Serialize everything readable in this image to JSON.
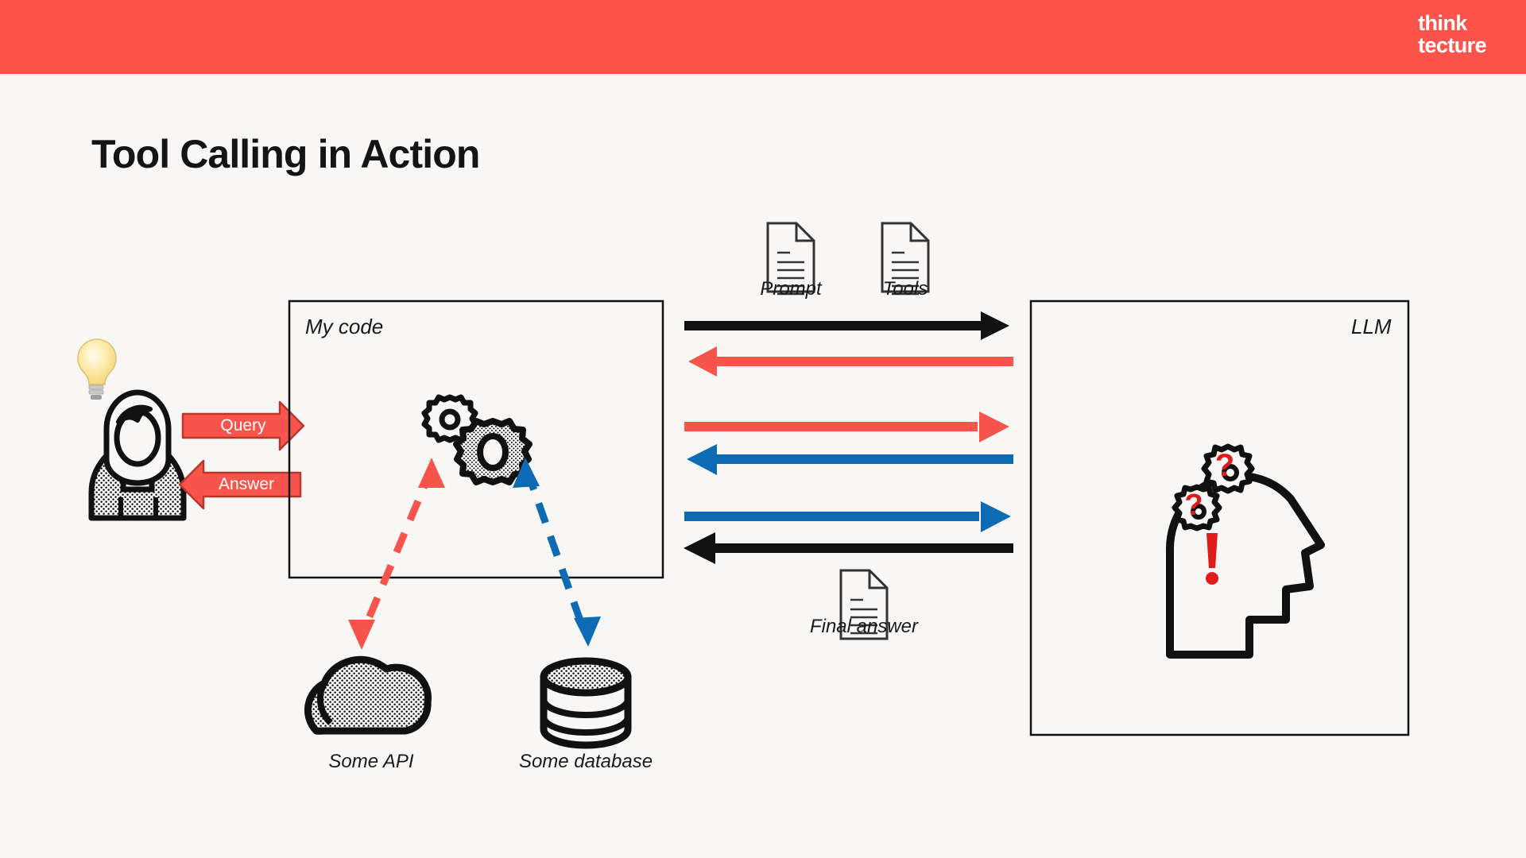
{
  "header": {
    "bg_color": "#FC544B",
    "logo_line1": "think",
    "logo_line2": "tecture"
  },
  "page": {
    "background_color": "#F8F7F5",
    "title": "Tool Calling in Action"
  },
  "colors": {
    "red": "#F9544B",
    "red_border": "#C0392B",
    "blue": "#0C6BB2",
    "black": "#111111",
    "accent_red_marks": "#E01B1B"
  },
  "actor": {
    "name": "user-persona",
    "idea_icon": "lightbulb-icon",
    "person_icon": "person-icon"
  },
  "block_arrows": [
    {
      "name": "query-arrow",
      "label": "Query",
      "direction": "right"
    },
    {
      "name": "answer-arrow",
      "label": "Answer",
      "direction": "left"
    }
  ],
  "code_panel": {
    "label": "My code",
    "icon": "gears-icon"
  },
  "llm_panel": {
    "label": "LLM",
    "icon": "head-thinking-icon"
  },
  "external_services": [
    {
      "name": "some-api",
      "label": "Some API",
      "icon": "cloud-icon",
      "link_color": "#F9544B"
    },
    {
      "name": "some-database",
      "label": "Some database",
      "icon": "database-icon",
      "link_color": "#0C6BB2"
    }
  ],
  "exchange_docs": [
    {
      "name": "prompt-doc",
      "label": "Prompt",
      "icon": "document-icon"
    },
    {
      "name": "tools-doc",
      "label": "Tools",
      "icon": "document-icon"
    },
    {
      "name": "final-answer-doc",
      "label": "Final answer",
      "icon": "document-icon"
    }
  ],
  "exchange_arrows": [
    {
      "name": "arrow-prompt-tools-to-llm",
      "direction": "right",
      "color": "#111111",
      "order": 1
    },
    {
      "name": "arrow-llm-tool-request-1",
      "direction": "left",
      "color": "#F9544B",
      "order": 2
    },
    {
      "name": "arrow-tool-result-api",
      "direction": "right",
      "color": "#F9544B",
      "order": 3
    },
    {
      "name": "arrow-llm-tool-request-2",
      "direction": "left",
      "color": "#0C6BB2",
      "order": 4
    },
    {
      "name": "arrow-tool-result-db",
      "direction": "right",
      "color": "#0C6BB2",
      "order": 5
    },
    {
      "name": "arrow-final-answer",
      "direction": "left",
      "color": "#111111",
      "order": 6
    }
  ]
}
